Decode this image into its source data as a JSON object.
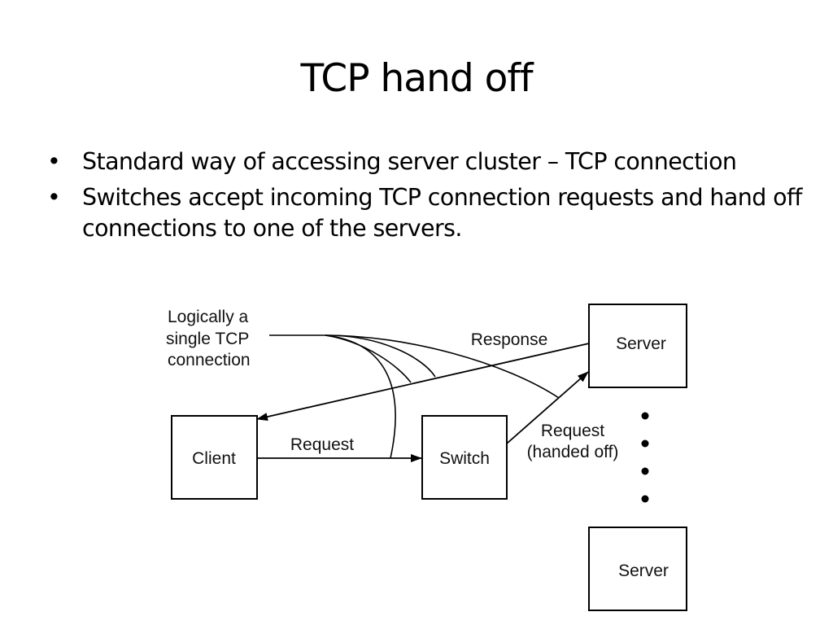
{
  "slide": {
    "title": "TCP hand off",
    "bullets": [
      "Standard way of accessing server cluster – TCP connection",
      "Switches accept incoming TCP connection requests and hand off connections to one of the servers."
    ]
  },
  "diagram": {
    "annotation": [
      "Logically a",
      "single TCP",
      "connection"
    ],
    "client_label": "Client",
    "switch_label": "Switch",
    "server_top_label": "Server",
    "server_bottom_label": "Server",
    "request_label": "Request",
    "response_label": "Response",
    "handoff_label": [
      "Request",
      "(handed off)"
    ]
  }
}
